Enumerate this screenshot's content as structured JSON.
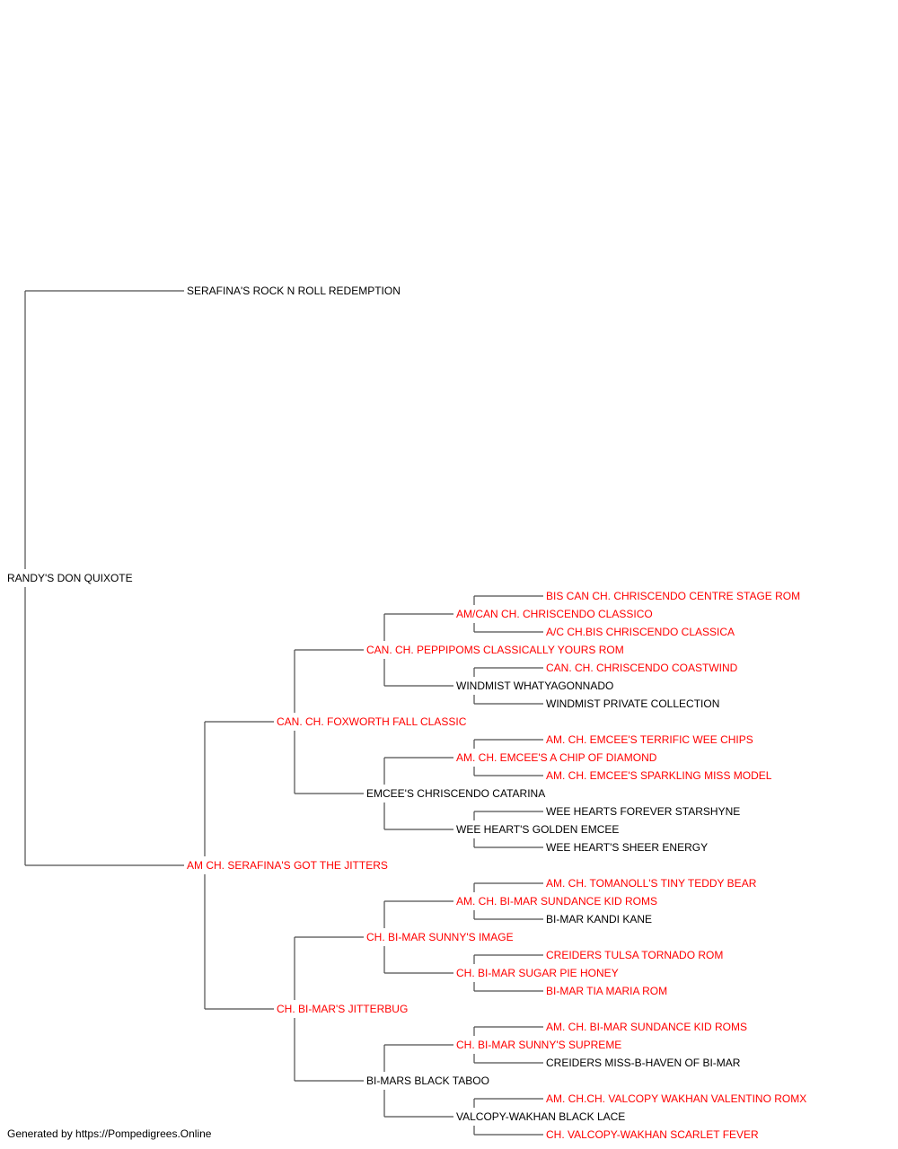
{
  "colors": {
    "titled": "#ff0000",
    "untitled": "#000000",
    "line": "#4d4d4d"
  },
  "footer": "Generated by https://Pompedigrees.Online",
  "pedigree": {
    "name": "RANDY'S DON QUIXOTE",
    "titled": false,
    "sire": {
      "name": "SERAFINA'S ROCK N ROLL REDEMPTION",
      "titled": false
    },
    "dam": {
      "name": "AM CH. SERAFINA'S GOT THE JITTERS",
      "titled": true,
      "sire": {
        "name": "CAN. CH. FOXWORTH FALL CLASSIC",
        "titled": true,
        "sire": {
          "name": "CAN. CH. PEPPIPOMS CLASSICALLY YOURS ROM",
          "titled": true,
          "sire": {
            "name": "AM/CAN CH. CHRISCENDO CLASSICO",
            "titled": true,
            "sire": {
              "name": "BIS CAN CH. CHRISCENDO CENTRE STAGE ROM",
              "titled": true
            },
            "dam": {
              "name": "A/C CH.BIS CHRISCENDO CLASSICA",
              "titled": true
            }
          },
          "dam": {
            "name": "WINDMIST WHATYAGONNADO",
            "titled": false,
            "sire": {
              "name": "CAN. CH. CHRISCENDO COASTWIND",
              "titled": true
            },
            "dam": {
              "name": "WINDMIST PRIVATE COLLECTION",
              "titled": false
            }
          }
        },
        "dam": {
          "name": "EMCEE'S CHRISCENDO CATARINA",
          "titled": false,
          "sire": {
            "name": "AM. CH. EMCEE'S A CHIP OF DIAMOND",
            "titled": true,
            "sire": {
              "name": "AM. CH. EMCEE'S TERRIFIC WEE CHIPS",
              "titled": true
            },
            "dam": {
              "name": "AM. CH. EMCEE'S SPARKLING MISS MODEL",
              "titled": true
            }
          },
          "dam": {
            "name": "WEE HEART'S GOLDEN EMCEE",
            "titled": false,
            "sire": {
              "name": "WEE HEARTS FOREVER STARSHYNE",
              "titled": false
            },
            "dam": {
              "name": "WEE HEART'S SHEER ENERGY",
              "titled": false
            }
          }
        }
      },
      "dam": {
        "name": "CH. BI-MAR'S JITTERBUG",
        "titled": true,
        "sire": {
          "name": "CH. BI-MAR SUNNY'S IMAGE",
          "titled": true,
          "sire": {
            "name": "AM. CH. BI-MAR SUNDANCE KID ROMS",
            "titled": true,
            "sire": {
              "name": "AM. CH. TOMANOLL'S TINY TEDDY BEAR",
              "titled": true
            },
            "dam": {
              "name": "BI-MAR KANDI KANE",
              "titled": false
            }
          },
          "dam": {
            "name": "CH. BI-MAR SUGAR PIE HONEY",
            "titled": true,
            "sire": {
              "name": "CREIDERS TULSA TORNADO ROM",
              "titled": true
            },
            "dam": {
              "name": "BI-MAR TIA MARIA ROM",
              "titled": true
            }
          }
        },
        "dam": {
          "name": "BI-MARS BLACK TABOO",
          "titled": false,
          "sire": {
            "name": "CH. BI-MAR SUNNY'S SUPREME",
            "titled": true,
            "sire": {
              "name": "AM. CH. BI-MAR SUNDANCE KID ROMS",
              "titled": true
            },
            "dam": {
              "name": "CREIDERS MISS-B-HAVEN OF BI-MAR",
              "titled": false
            }
          },
          "dam": {
            "name": "VALCOPY-WAKHAN BLACK LACE",
            "titled": false,
            "sire": {
              "name": "AM. CH.CH. VALCOPY WAKHAN VALENTINO ROMX",
              "titled": true
            },
            "dam": {
              "name": "CH. VALCOPY-WAKHAN SCARLET FEVER",
              "titled": true
            }
          }
        }
      }
    }
  }
}
